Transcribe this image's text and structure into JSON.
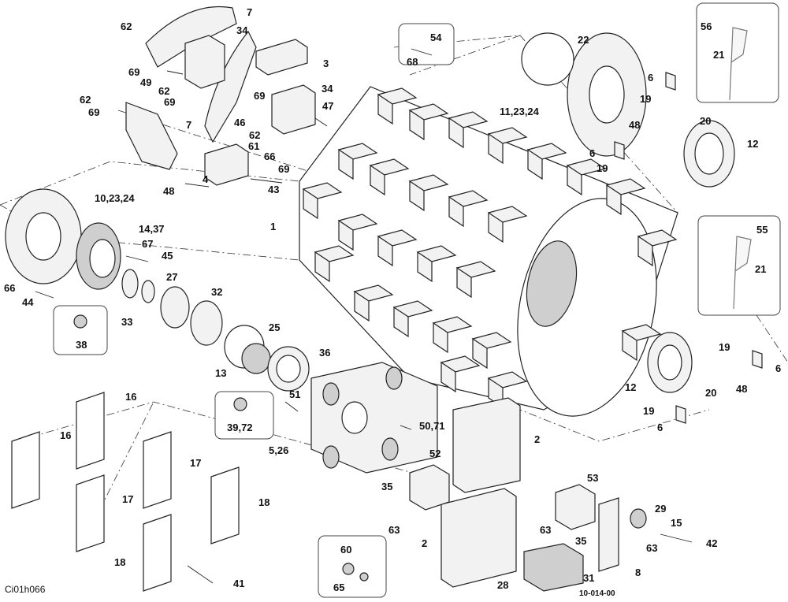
{
  "drawing_code": "Ci01h066",
  "drawing_number": "10-014-00",
  "labels": {
    "l1": "1",
    "l2a": "2",
    "l2b": "2",
    "l3": "3",
    "l4": "4",
    "l5": "5,26",
    "l6a": "6",
    "l6b": "6",
    "l6c": "6",
    "l6d": "6",
    "l7a": "7",
    "l7b": "7",
    "l8": "8",
    "l10": "10,23,24",
    "l11": "11,23,24",
    "l12a": "12",
    "l12b": "12",
    "l13": "13",
    "l14": "14,37",
    "l15": "15",
    "l16a": "16",
    "l16b": "16",
    "l17a": "17",
    "l17b": "17",
    "l17c": "17",
    "l18a": "18",
    "l18b": "18",
    "l19a": "19",
    "l19b": "19",
    "l19c": "19",
    "l19d": "19",
    "l20a": "20",
    "l20b": "20",
    "l21a": "21",
    "l21b": "21",
    "l22": "22",
    "l25": "25",
    "l27": "27",
    "l28": "28",
    "l29": "29",
    "l31": "31",
    "l32": "32",
    "l33": "33",
    "l34a": "34",
    "l34b": "34",
    "l35a": "35",
    "l35b": "35",
    "l36": "36",
    "l38": "38",
    "l39": "39,72",
    "l41": "41",
    "l42": "42",
    "l43": "43",
    "l44": "44",
    "l45": "45",
    "l46": "46",
    "l47": "47",
    "l48a": "48",
    "l48b": "48",
    "l48c": "48",
    "l49": "49",
    "l50": "50,71",
    "l51": "51",
    "l52": "52",
    "l53": "53",
    "l54": "54",
    "l55": "55",
    "l56": "56",
    "l60": "60",
    "l61": "61",
    "l62a": "62",
    "l62b": "62",
    "l62c": "62",
    "l62d": "62",
    "l63a": "63",
    "l63b": "63",
    "l63c": "63",
    "l65": "65",
    "l66a": "66",
    "l66b": "66",
    "l67": "67",
    "l68": "68",
    "l69a": "69",
    "l69b": "69",
    "l69c": "69",
    "l69d": "69",
    "l69e": "69"
  }
}
